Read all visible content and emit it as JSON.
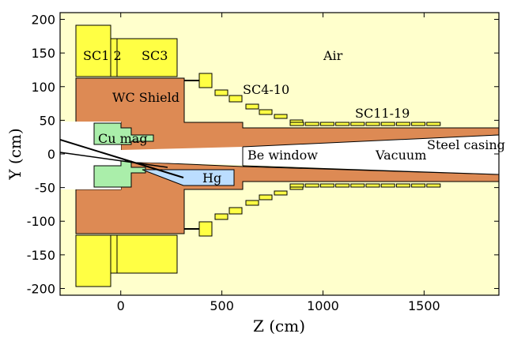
{
  "axes": {
    "xlabel": "Z (cm)",
    "ylabel": "Y (cm)",
    "xlim": [
      -300,
      1870
    ],
    "ylim": [
      -210,
      210
    ],
    "xticks": [
      0,
      500,
      1000,
      1500
    ],
    "yticks": [
      200,
      150,
      100,
      50,
      0,
      -50,
      -100,
      -150,
      -200
    ]
  },
  "colors": {
    "air": "#ffffcc",
    "shield": "#dd8a54",
    "coil": "#ffff44",
    "copper": "#aaeeaa",
    "mercury": "#bbddff",
    "outline": "#000000"
  },
  "labels": {
    "sc12": "SC1 2",
    "sc3": "SC3",
    "air": "Air",
    "sc4_10": "SC4-10",
    "wc_shield": "WC Shield",
    "sc11_19": "SC11-19",
    "cu_mag": "Cu mag",
    "steel_casing": "Steel casing",
    "be_window": "Be window",
    "vacuum": "Vacuum",
    "hg": "Hg"
  }
}
